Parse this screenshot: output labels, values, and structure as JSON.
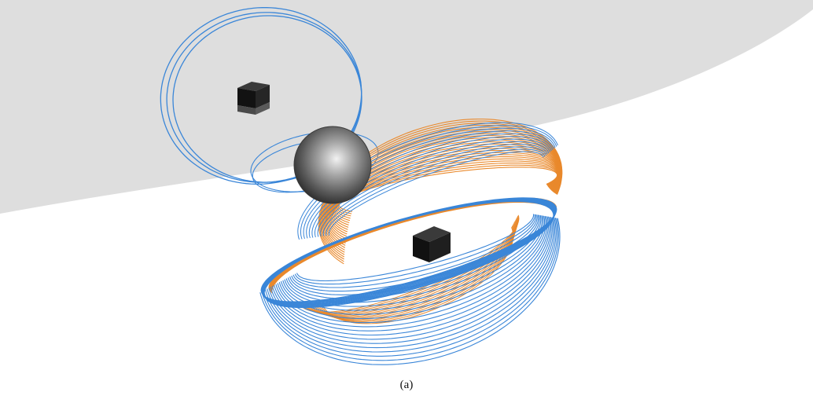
{
  "figure": {
    "caption": "(a)",
    "colors": {
      "plane": "#dedede",
      "blue_orbits": "#3a86d8",
      "orange_orbits": "#e9892c",
      "sphere": "#7a7a7a",
      "cubes": "#1b1b1b",
      "background": "#ffffff"
    },
    "objects": [
      {
        "name": "central-sphere",
        "shape": "sphere"
      },
      {
        "name": "upper-cube",
        "shape": "cube"
      },
      {
        "name": "lower-cube",
        "shape": "cube"
      },
      {
        "name": "blue-orbit-family",
        "shape": "orbit-family"
      },
      {
        "name": "orange-orbit-family",
        "shape": "orbit-family"
      },
      {
        "name": "reference-plane",
        "shape": "plane"
      }
    ]
  }
}
